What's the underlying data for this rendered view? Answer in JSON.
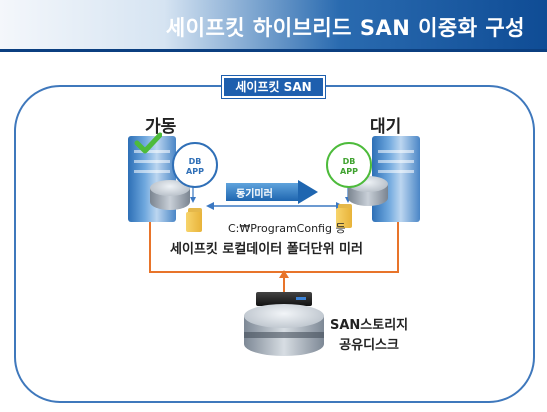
{
  "header": {
    "title": "세이프킷 하이브리드 SAN 이중화 구성"
  },
  "region": {
    "label": "세이프킷 SAN"
  },
  "active": {
    "label": "가동",
    "app_line1": "DB",
    "app_line2": "APP"
  },
  "standby": {
    "label": "대기",
    "app_line1": "DB",
    "app_line2": "APP"
  },
  "mirror": {
    "label": "동기미러"
  },
  "path": {
    "text": "C:₩ProgramConfig 등"
  },
  "folder_mirror": {
    "text": "세이프킷 로컬데이터 폴더단위 미러"
  },
  "storage": {
    "line1": "SAN스토리지",
    "line2": "공유디스크"
  },
  "colors": {
    "accent_blue": "#1e5fae",
    "link_orange": "#e8742a",
    "check_green": "#4dbb3b"
  }
}
